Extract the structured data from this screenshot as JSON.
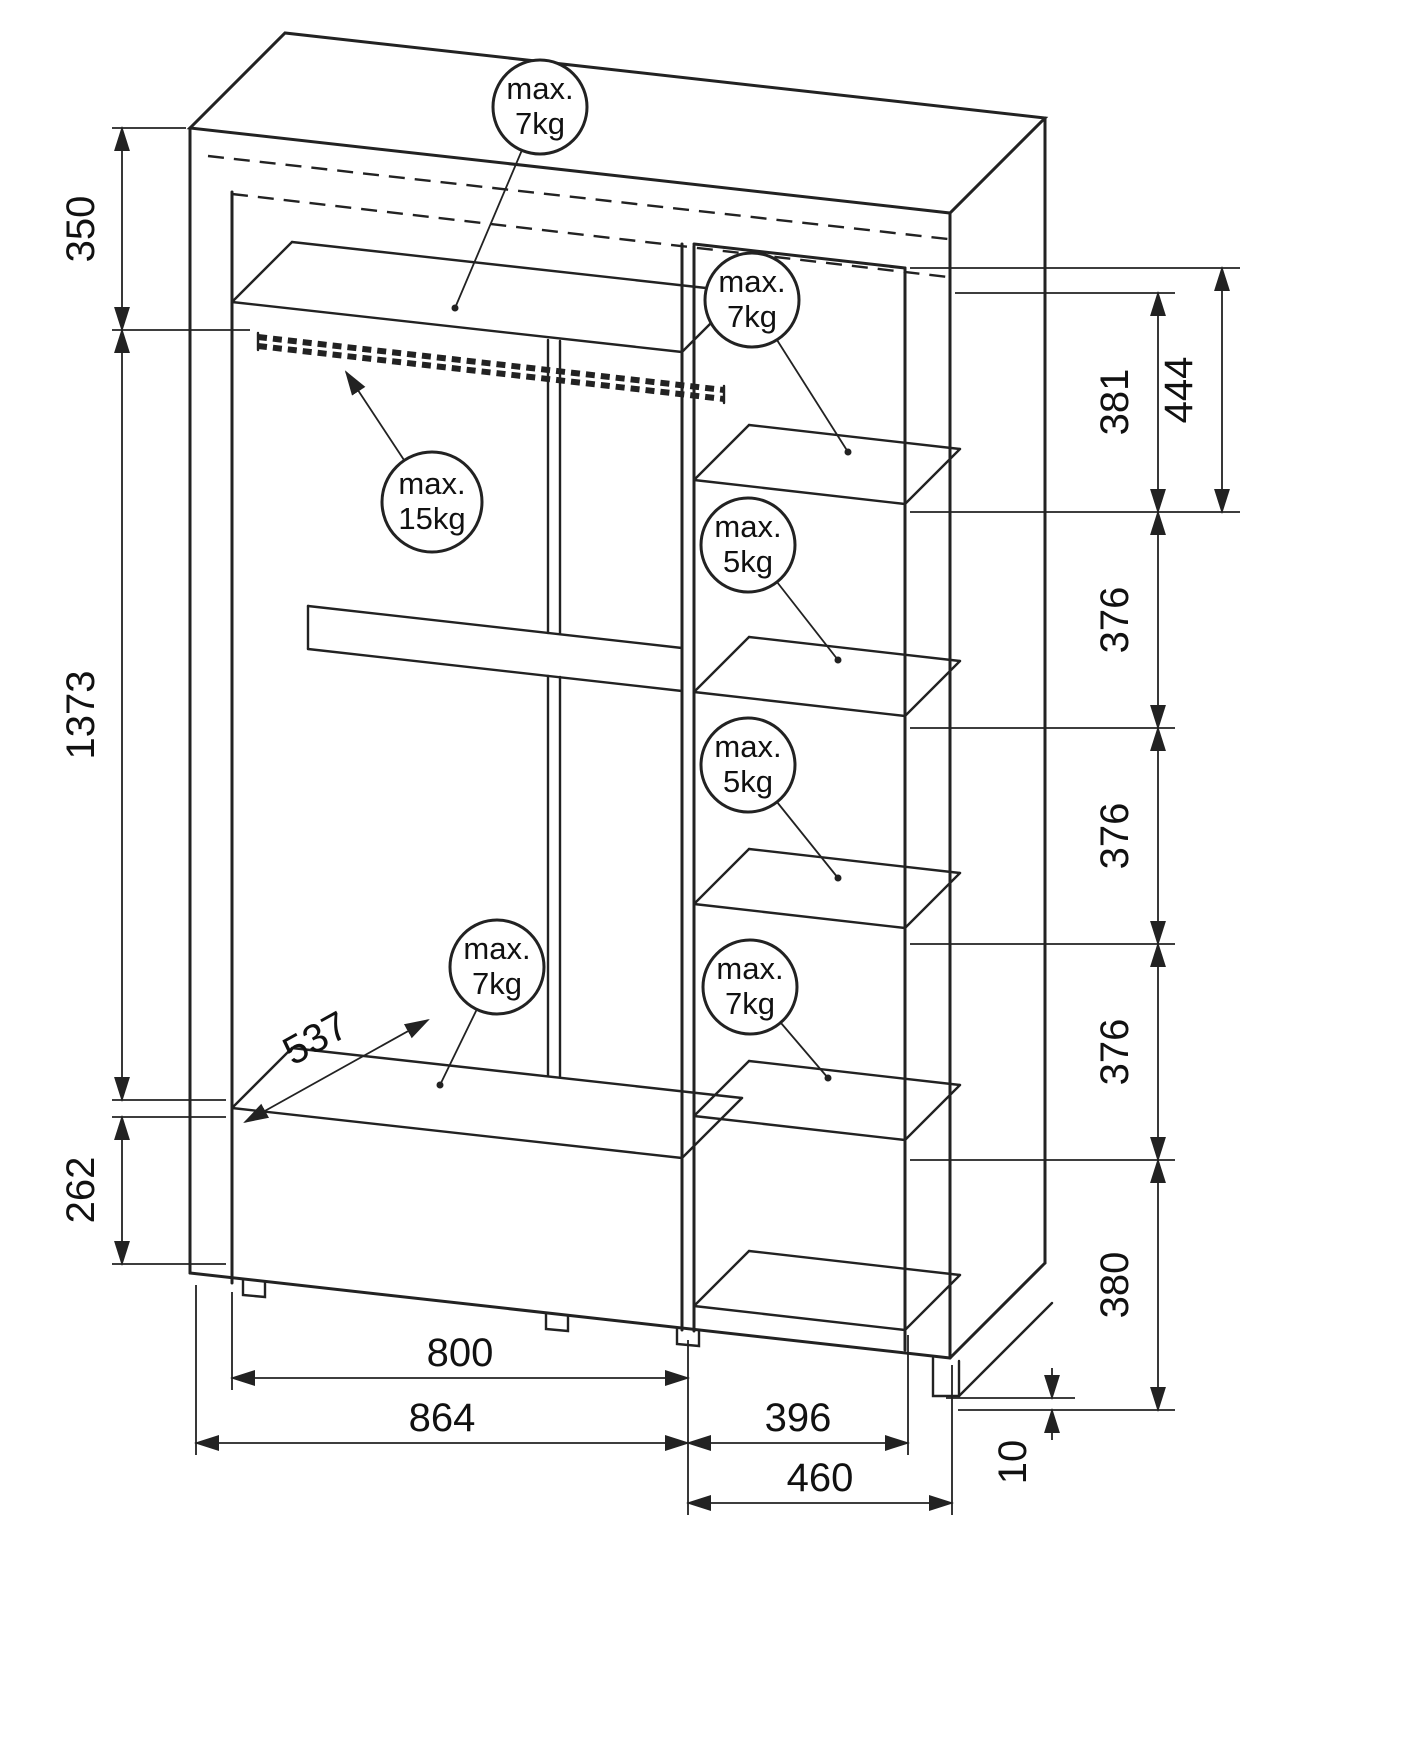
{
  "colors": {
    "line": "#222222",
    "background": "#ffffff"
  },
  "weights": {
    "top_shelf": {
      "l1": "max.",
      "l2": "7kg"
    },
    "right_top": {
      "l1": "max.",
      "l2": "7kg"
    },
    "hanging_rail": {
      "l1": "max.",
      "l2": "15kg"
    },
    "right_upper": {
      "l1": "max.",
      "l2": "5kg"
    },
    "right_middle": {
      "l1": "max.",
      "l2": "5kg"
    },
    "bottom_shelf": {
      "l1": "max.",
      "l2": "7kg"
    },
    "right_lower": {
      "l1": "max.",
      "l2": "7kg"
    }
  },
  "dims": {
    "left_top": "350",
    "left_middle": "1373",
    "left_bottom": "262",
    "right_outer_top": "444",
    "right_inner_top": "381",
    "right_shelf_1": "376",
    "right_shelf_2": "376",
    "right_shelf_3": "376",
    "right_bottom": "380",
    "plinth_height": "10",
    "inner_width_left": "800",
    "outer_width_left": "864",
    "inner_width_right": "396",
    "outer_width_right": "460",
    "shelf_depth": "537"
  }
}
